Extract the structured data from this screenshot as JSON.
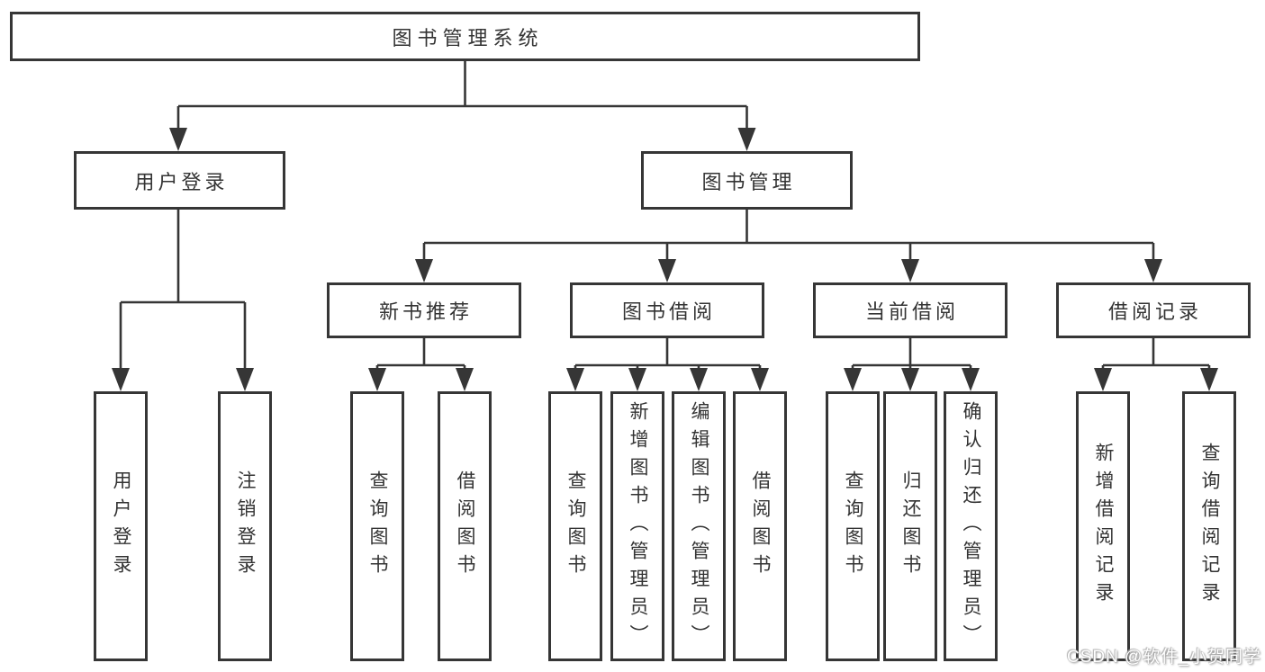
{
  "diagram_title": "图书管理系统",
  "tree": {
    "root": {
      "label": "图书管理系统"
    },
    "branches": [
      {
        "label": "用户登录",
        "leaves": [
          {
            "label": "用户登录"
          },
          {
            "label": "注销登录"
          }
        ]
      },
      {
        "label": "图书管理",
        "children": [
          {
            "label": "新书推荐",
            "leaves": [
              {
                "label": "查询图书"
              },
              {
                "label": "借阅图书"
              }
            ]
          },
          {
            "label": "图书借阅",
            "leaves": [
              {
                "label": "查询图书"
              },
              {
                "label": "新增图书（管理员）"
              },
              {
                "label": "编辑图书（管理员）"
              },
              {
                "label": "借阅图书"
              }
            ]
          },
          {
            "label": "当前借阅",
            "leaves": [
              {
                "label": "查询图书"
              },
              {
                "label": "归还图书"
              },
              {
                "label": "确认归还（管理员）"
              }
            ]
          },
          {
            "label": "借阅记录",
            "leaves": [
              {
                "label": "新增借阅记录"
              },
              {
                "label": "查询借阅记录"
              }
            ]
          }
        ]
      }
    ]
  },
  "watermark": {
    "text": "CSDN @软件_小贺同学"
  },
  "colors": {
    "line": "#363636",
    "text": "#333333",
    "background": "#ffffff"
  }
}
